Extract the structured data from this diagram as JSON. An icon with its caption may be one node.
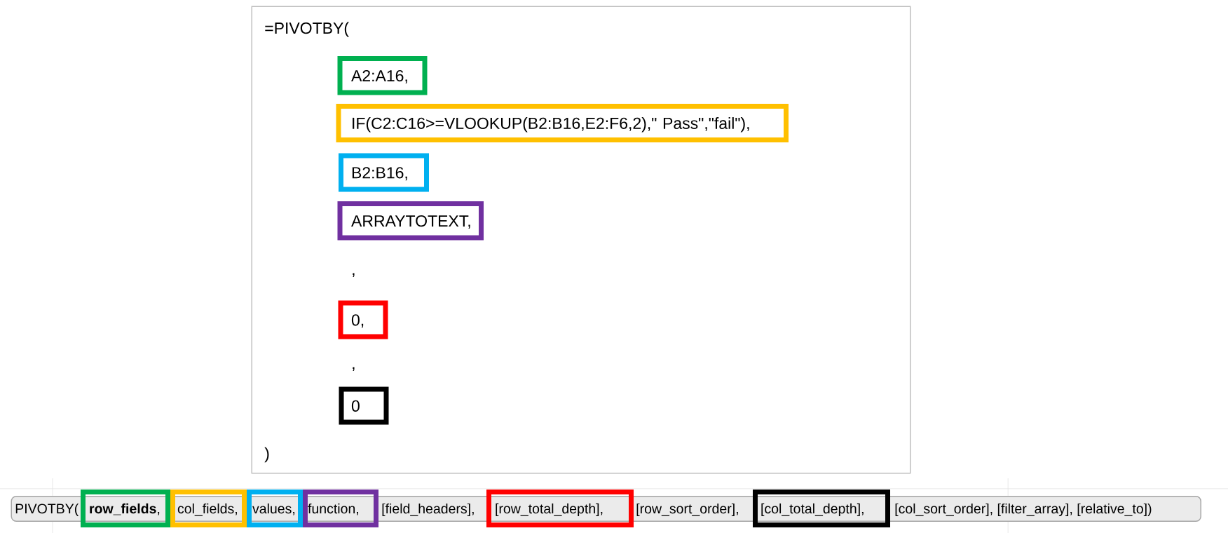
{
  "diagram": {
    "nodes": [
      {
        "text": [
          "=PIVOTBY(",
          ",",
          ",",
          ")"
        ]
      },
      {
        "text": [
          "A2:A16,"
        ],
        "in": 0
      },
      {
        "text": [
          "IF(C2:C16>=VLOOKUP(B2:B16,E2:F6,2),\" Pass\",\"fail\"),"
        ],
        "in": 0
      },
      {
        "text": [
          "B2:B16,"
        ],
        "in": 0
      },
      {
        "text": [
          "ARRAYTOTEXT,"
        ],
        "in": 0
      },
      {
        "text": [
          "0,"
        ],
        "in": 0
      },
      {
        "text": [
          "0"
        ],
        "in": 0
      },
      {
        "text": [
          "PIVOTBY(",
          "[field_headers],",
          "[row_sort_order],",
          "[col_sort_order], [filter_array], [relative_to])"
        ]
      },
      {
        "text": [
          "**row_fields**,"
        ]
      },
      {
        "text": [
          "col_fields,"
        ]
      },
      {
        "text": [
          "values,"
        ]
      },
      {
        "text": [
          "function,"
        ]
      },
      {
        "text": [
          "[row_total_depth],"
        ]
      },
      {
        "text": [
          "[col_total_depth],"
        ]
      }
    ]
  }
}
